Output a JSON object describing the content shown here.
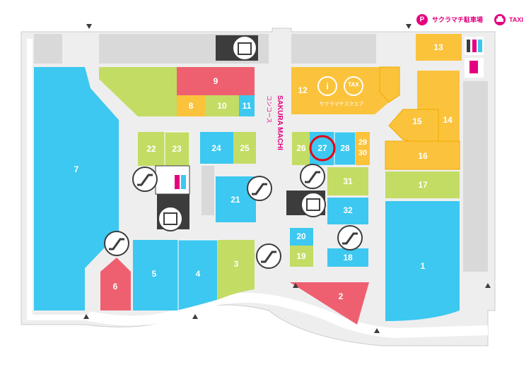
{
  "header": {
    "parking_label": "サクラマチ駐車場",
    "taxi_label": "TAXI",
    "parking_icon": "parking-icon",
    "taxi_icon": "taxi-icon"
  },
  "concourse": {
    "en": "SAKURA MACHI",
    "ja": "コンコース"
  },
  "square": {
    "label": "サクラマチスクエア",
    "info_icon": "information-icon",
    "tax_icon": "tax-free-icon",
    "tax_label": "TAX"
  },
  "colors": {
    "blue": "#3cc8f0",
    "green": "#c3dc64",
    "pink": "#ee6070",
    "yellow": "#fbc33c",
    "pink_accent": "#e4007f",
    "highlight_red": "#e60012",
    "dark": "#3c3c3c"
  },
  "stores": {
    "s1": "1",
    "s2": "2",
    "s3": "3",
    "s4": "4",
    "s5": "5",
    "s6": "6",
    "s7": "7",
    "s8": "8",
    "s9": "9",
    "s10": "10",
    "s11": "11",
    "s12": "12",
    "s13": "13",
    "s14": "14",
    "s15": "15",
    "s16": "16",
    "s17": "17",
    "s18": "18",
    "s19": "19",
    "s20": "20",
    "s21": "21",
    "s22": "22",
    "s23": "23",
    "s24": "24",
    "s25": "25",
    "s26": "26",
    "s27": "27",
    "s28": "28",
    "s29": "29",
    "s30": "30",
    "s31": "31",
    "s32": "32"
  },
  "highlight": {
    "store": "27"
  }
}
